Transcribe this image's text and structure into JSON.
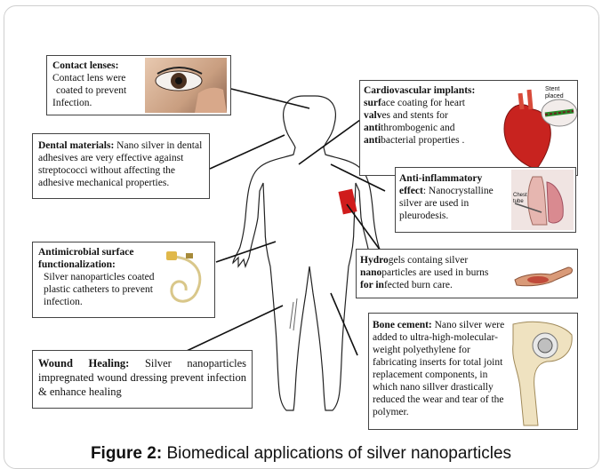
{
  "boxes": {
    "contact": {
      "title": "Contact lenses:",
      "line1": "Contact lens were",
      "line2": "coated to prevent",
      "line3": "Infection."
    },
    "dental": {
      "title": "Dental materials:",
      "text": "Nano silver in dental adhesives are very effective against streptococci without affecting the adhesive mechanical properties."
    },
    "antimicrobial": {
      "title": "Antimicrobial surface functionalization:",
      "text": "Silver nanoparticles coated plastic catheters to prevent infection."
    },
    "wound": {
      "title": "Wound Healing:",
      "text": "Silver nanoparticles impregnated wound dressing prevent infection & enhance healing"
    },
    "cardio": {
      "title": "Cardiovascular implants:",
      "l1b": "surf",
      "l1": "ace coating for heart",
      "l2b": "valv",
      "l2": "es and stents for",
      "l3b": "anti",
      "l3": "thrombogenic and",
      "l4b": "anti",
      "l4": "bacterial properties .",
      "stent_label": "Stent placed"
    },
    "antiinflam": {
      "title": "Anti-inflammatory effect",
      "text": ": Nanocrystalline silver are used in pleurodesis.",
      "chest_label": "Chest tube"
    },
    "hydrogels": {
      "t1": "Hydro",
      "t2": "gels",
      "t3": " containg silver",
      "t4": "nano",
      "t5": "particles are used in burns",
      "t6": "for in",
      "t7": "fected burn care."
    },
    "bone": {
      "title": "Bone cement:",
      "text": "Nano silver were added to ultra-high-molecular-weight polyethylene for fabricating inserts for total joint replacement components, in which nano sillver drastically reduced the wear and tear of the polymer."
    }
  },
  "caption": {
    "prefix": "Figure 2:",
    "text": " Biomedical applications of silver nanoparticles"
  }
}
